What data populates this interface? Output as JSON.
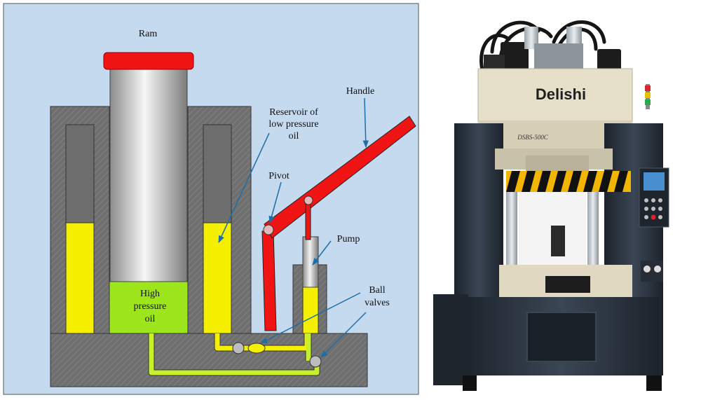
{
  "diagram": {
    "labels": {
      "ram": "Ram",
      "handle": "Handle",
      "reservoir": [
        "Reservoir of",
        "low pressure",
        "oil"
      ],
      "pivot": "Pivot",
      "pump": "Pump",
      "high_pressure": [
        "High",
        "pressure",
        "oil"
      ],
      "ball_valves": [
        "Ball",
        "valves"
      ]
    }
  },
  "photo": {
    "brand": "Delishi",
    "model": "DSBS-500C"
  },
  "colors": {
    "panel_bg": "#c5d9ef",
    "body": "#6e6e6e",
    "oil_low": "#f4f000",
    "oil_high": "#9de61b",
    "handle": "#f01414",
    "press_frame": "#2b3440",
    "press_head": "#e6dfc9"
  }
}
